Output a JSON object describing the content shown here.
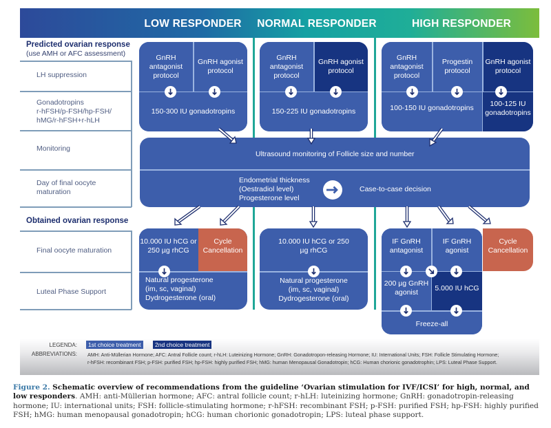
{
  "columns": {
    "low": "LOW RESPONDER",
    "normal": "NORMAL RESPONDER",
    "high": "HIGH RESPONDER"
  },
  "left": {
    "predicted_heading": "Predicted ovarian response",
    "predicted_sub": "(use AMH or AFC assessment)",
    "rows": {
      "lh_suppression": "LH suppression",
      "gonadotropins_1": "Gonadotropins",
      "gonadotropins_2": "r-hFSH/p-FSH/hp-FSH/",
      "gonadotropins_3": "hMG/r-hFSH+r-hLH",
      "monitoring": "Monitoring",
      "day_final_1": "Day of final oocyte",
      "day_final_2": "maturation",
      "final_oocyte": "Final oocyte maturation",
      "luteal": "Luteal Phase Support"
    },
    "obtained_heading": "Obtained ovarian response"
  },
  "low": {
    "antagonist": "GnRH antagonist protocol",
    "agonist": "GnRH agonist protocol",
    "dose": "150-300 IU gonadotropins",
    "trigger": "10.000 IU hCG or 250 µg rhCG",
    "cancel": "Cycle Cancellation",
    "luteal_1": "Natural progesterone",
    "luteal_2": "(im, sc, vaginal)",
    "luteal_3": "Dydrogesterone (oral)"
  },
  "normal": {
    "antagonist": "GnRH antagonist protocol",
    "agonist": "GnRH agonist protocol",
    "dose": "150-225 IU gonadotropins",
    "trigger": "10.000 IU hCG or 250 µg rhCG",
    "luteal_1": "Natural progesterone",
    "luteal_2": "(im, sc, vaginal)",
    "luteal_3": "Dydrogesterone (oral)"
  },
  "high": {
    "antagonist": "GnRH antagonist protocol",
    "progestin": "Progestin protocol",
    "agonist": "GnRH agonist protocol",
    "dose_first": "100-150 IU gonadotropins",
    "dose_second": "100-125 IU gonadotropins",
    "if_antagonist": "IF GnRH antagonist",
    "if_agonist": "IF GnRH agonist",
    "cancel": "Cycle Cancellation",
    "gnrh_agonist_trigger": "200 µg GnRH agonist",
    "hcg_trigger": "5.000 IU hCG",
    "freeze": "Freeze-all"
  },
  "monitoring": {
    "ultrasound": "Ultrasound monitoring of Follicle size and number",
    "endo_1": "Endometrial thickness",
    "endo_2": "(Oestradiol level)",
    "endo_3": "Progesterone level",
    "decision": "Case-to-case decision"
  },
  "legend": {
    "legenda_label": "LEGENDA:",
    "first_choice": "1st choice treatment",
    "second_choice": "2nd choice treatment",
    "first_color": "#3d5eab",
    "second_color": "#173481",
    "abbr_label": "ABBREVIATIONS:",
    "abbr_line1": "AMH: Anti-Müllerian Hormone; AFC: Antral Follicle count; r-hLH: Luteinizing Hormone; GnRH: Gonadotropon-releasing Hormone; IU: International Units; FSH: Follicle Stimulating Hormone;",
    "abbr_line2": "r-hFSH: recombinant FSH; p-FSH: purified FSH; hp-FSH: highly purified FSH; hMG: human Menopausal Gonadotropin; hCG: Human chorionic gonadotrophin; LPS: Luteal Phase Support."
  },
  "caption": {
    "fig_label": "Figure 2.",
    "title": "Schematic overview of recommendations from the guideline ‘Ovarian stimulation for IVF/ICSI’ for high, normal, and low responders",
    "body": "AMH: anti-Müllerian hormone; AFC: antral follicle count; r-hLH: luteinizing hormone; GnRH: gonadotropin-releasing hormone; IU: international units; FSH: follicle-stimulating hormone; r-hFSH: recombinant FSH; p-FSH: purified FSH; hp-FSH: highly purified FSH; hMG: human menopausal gonadotropin; hCG: human chorionic gonadotropin; LPS: luteal phase support."
  },
  "colors": {
    "first_choice": "#3d5eab",
    "second_choice": "#173481",
    "cancellation": "#c8654e",
    "separator": "#1fa697"
  }
}
